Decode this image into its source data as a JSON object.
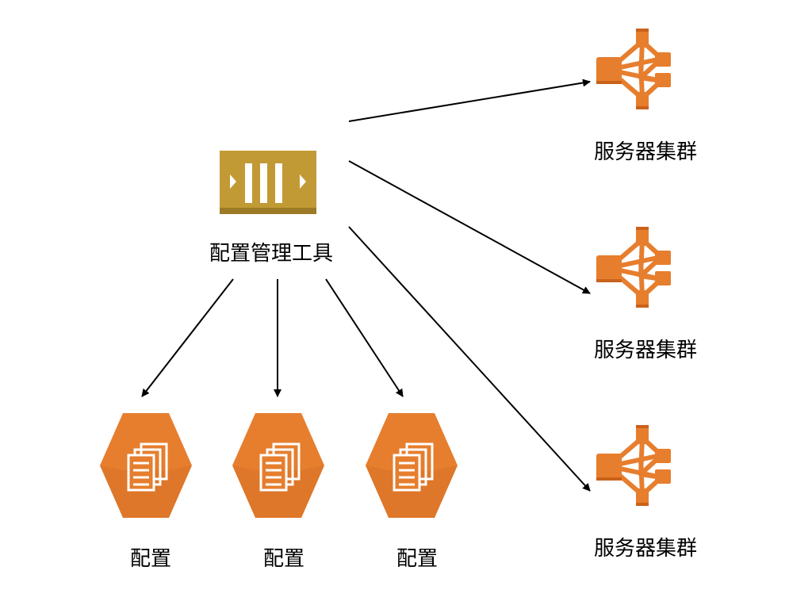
{
  "diagram": {
    "hub": {
      "label": "配置管理工具",
      "icon": "queue-icon"
    },
    "configs": [
      {
        "label": "配置",
        "icon": "document-icon"
      },
      {
        "label": "配置",
        "icon": "document-icon"
      },
      {
        "label": "配置",
        "icon": "document-icon"
      }
    ],
    "clusters": [
      {
        "label": "服务器集群",
        "icon": "server-cluster-icon"
      },
      {
        "label": "服务器集群",
        "icon": "server-cluster-icon"
      },
      {
        "label": "服务器集群",
        "icon": "server-cluster-icon"
      }
    ],
    "colors": {
      "hub_fill": "#c29a35",
      "hub_edge": "#9c7a26",
      "orange": "#e67e2e",
      "orange_dark": "#c9621b",
      "arrow": "#000000",
      "text": "#000000"
    }
  }
}
